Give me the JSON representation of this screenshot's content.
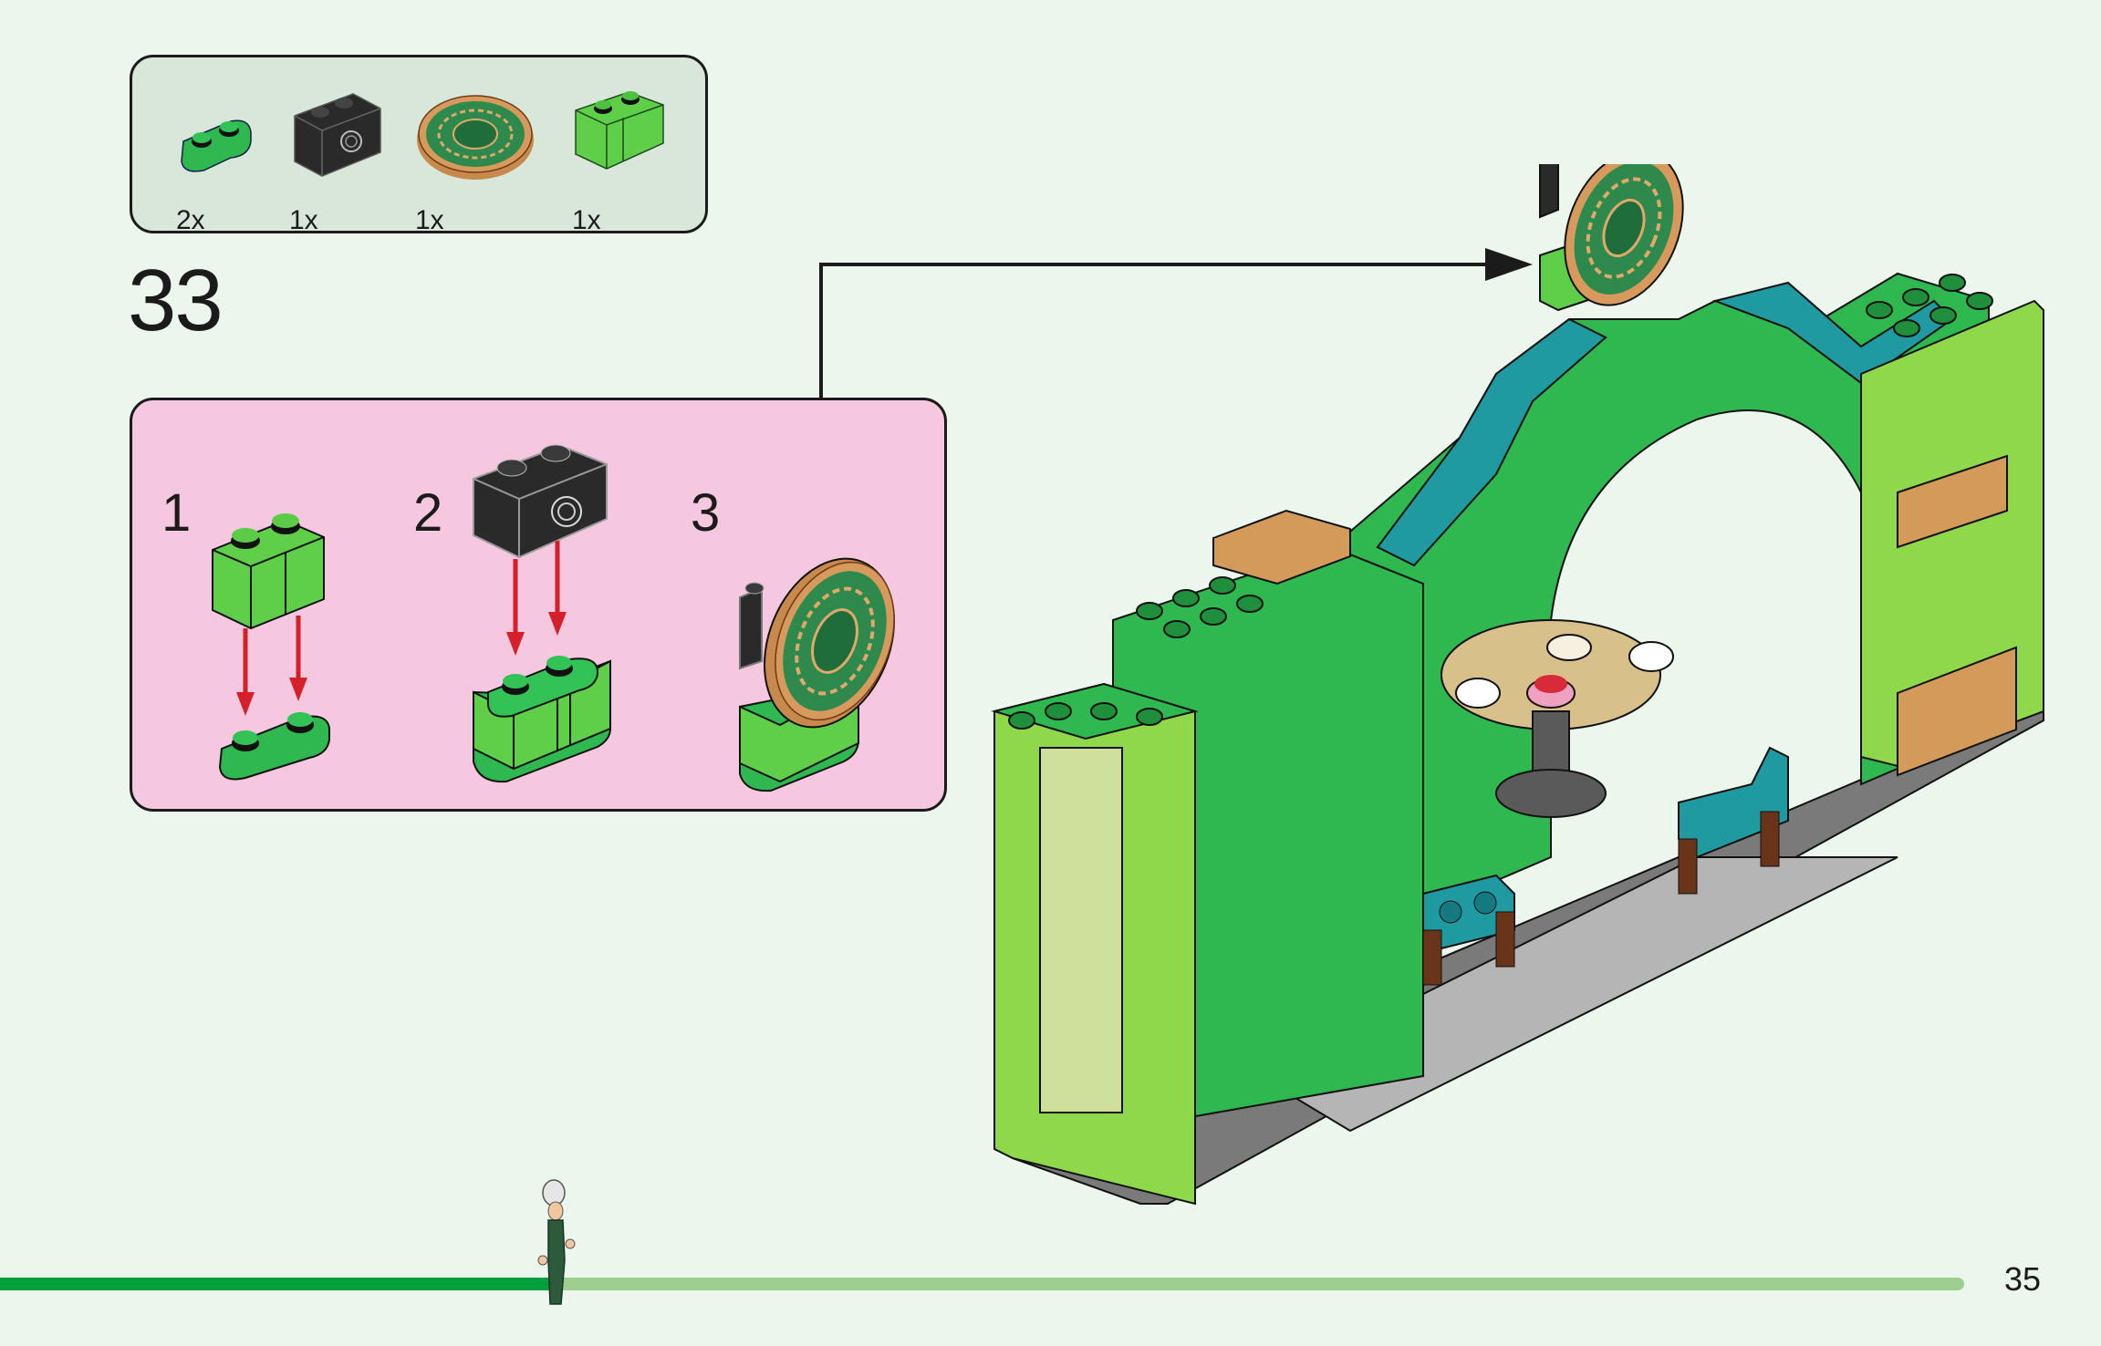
{
  "parts_list": {
    "items": [
      {
        "name": "Plate 1x2 rounded, bright green",
        "quantity": "2x",
        "color": "#2fb84f"
      },
      {
        "name": "Brick 1x2 with hole, black",
        "quantity": "1x",
        "color": "#2a2a2a"
      },
      {
        "name": "Round tile 2x2 printed dial, tan/green",
        "quantity": "1x",
        "color": "#d49a5a"
      },
      {
        "name": "Brick 1x2 with groove, lime green",
        "quantity": "1x",
        "color": "#5fcf4a"
      }
    ]
  },
  "step": {
    "number": "33",
    "substeps": [
      {
        "label": "1"
      },
      {
        "label": "2"
      },
      {
        "label": "3"
      }
    ]
  },
  "progress": {
    "fraction": 0.28
  },
  "page": {
    "number": "35"
  },
  "colors": {
    "page_bg": "#ebf6ed",
    "parts_bg": "#d9e7db",
    "substep_bg": "#f6c8df",
    "progress_done": "#00a03c",
    "progress_remaining": "#9dcf8f",
    "insert_arrow": "#d3202a"
  }
}
